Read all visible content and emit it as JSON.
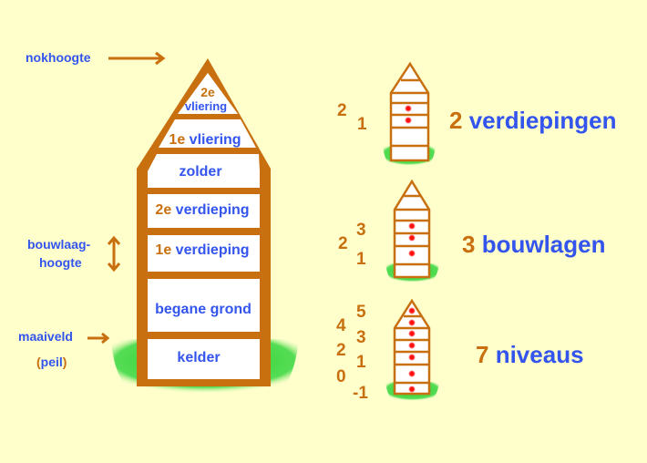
{
  "colors": {
    "background": "#ffffcc",
    "accent_orange": "#c8700f",
    "text_blue": "#3355ee",
    "grass": "#33cc33",
    "dot": "#ff0000"
  },
  "left_labels": {
    "ridge_height": "nokhoogte",
    "layer_height_line1": "bouwlaag-",
    "layer_height_line2": "hoogte",
    "ground_level": "maaiveld",
    "level_open": "(",
    "level": "peil",
    "level_close": ")"
  },
  "floors": {
    "attic2_num": "2e",
    "attic2_word": "vliering",
    "attic1_num": "1e",
    "attic1_word": "vliering",
    "loft": "zolder",
    "floor2_num": "2e",
    "floor2_word": "verdieping",
    "floor1_num": "1e",
    "floor1_word": "verdieping",
    "ground": "begane grond",
    "basement": "kelder"
  },
  "examples": [
    {
      "count": "2",
      "word": "verdiepingen",
      "numbers": [
        "2",
        "1"
      ]
    },
    {
      "count": "3",
      "word": "bouwlagen",
      "numbers": [
        "3",
        "2",
        "1"
      ]
    },
    {
      "count": "7",
      "word": "niveaus",
      "numbers": [
        "5",
        "4",
        "3",
        "2",
        "1",
        "0",
        "-1"
      ]
    }
  ]
}
